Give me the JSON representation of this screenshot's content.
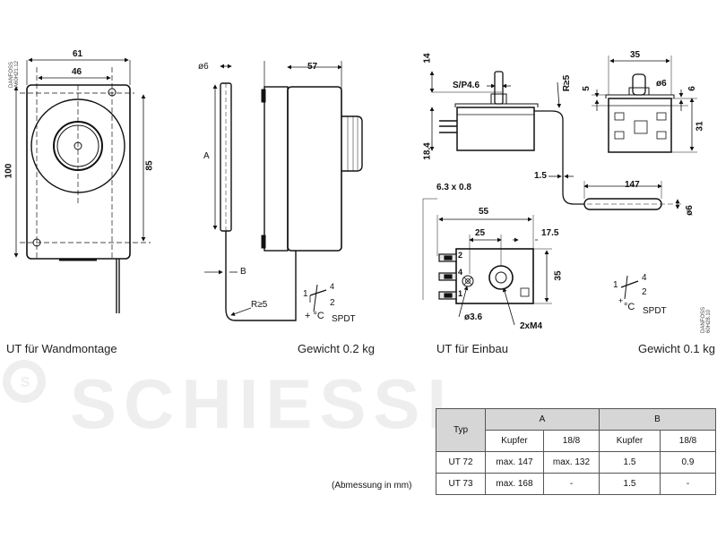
{
  "brand": {
    "watermark": "SCHIESSL",
    "watermark_color": "#eeeeee"
  },
  "wall": {
    "dim_61": "61",
    "dim_46": "46",
    "dim_100": "100",
    "dim_85": "85",
    "note": "DANFOSS\nA60H21.12",
    "caption": "UT für Wandmontage"
  },
  "side": {
    "dim_d6": "ø6",
    "dim_A": "A",
    "dim_57": "57",
    "dim_B": "B",
    "dim_R5": "R≥5",
    "caption": "Gewicht  0.2 kg"
  },
  "left_switch": {
    "l1": "1",
    "l2": "2",
    "l4": "4",
    "temp": "+ °C",
    "spdt": "SPDT"
  },
  "insert": {
    "dim_14": "14",
    "dim_sp": "S/P4.6",
    "dim_R5": "R≥5",
    "dim_184": "18.4",
    "dim_15": "1.5",
    "dim_35_top": "35",
    "dim_5": "5",
    "dim_d6_top": "ø6",
    "dim_6": "6",
    "dim_31": "31",
    "dim_147": "147",
    "dim_d6_bulb": "ø6",
    "dim_63": "6.3 x 0.8",
    "dim_55": "55",
    "dim_25": "25",
    "dim_175": "17.5",
    "dim_35_side": "35",
    "dim_d36": "ø3.6",
    "dim_m4": "2xM4",
    "t1": "1",
    "t2": "2",
    "t4": "4",
    "note": "DANFOSS\n60H28.10",
    "caption": "UT für Einbau",
    "weight": "Gewicht  0.1 kg"
  },
  "right_switch": {
    "l1": "1",
    "l2": "2",
    "l4": "4",
    "temp": "°C",
    "plus": "+",
    "spdt": "SPDT"
  },
  "table": {
    "typ": "Typ",
    "A": "A",
    "B": "B",
    "kupfer": "Kupfer",
    "st": "18/8",
    "rows": [
      {
        "typ": "UT 72",
        "a_cu": "max. 147",
        "a_st": "max. 132",
        "b_cu": "1.5",
        "b_st": "0.9"
      },
      {
        "typ": "UT 73",
        "a_cu": "max. 168",
        "a_st": "-",
        "b_cu": "1.5",
        "b_st": "-"
      }
    ],
    "unit_note": "(Abmessung in mm)",
    "header_color": "#d6d6d6"
  }
}
